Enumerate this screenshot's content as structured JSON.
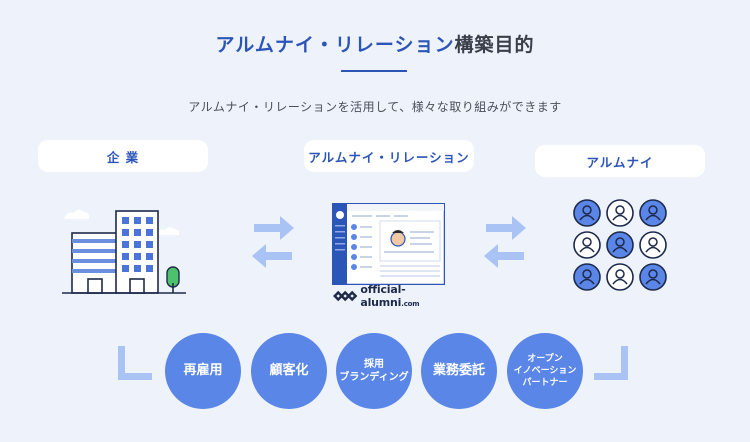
{
  "header": {
    "title_accent": "アルムナイ・リレーション",
    "title_rest": "構築目的",
    "subtitle": "アルムナイ・リレーションを活用して、様々な取り組みができます"
  },
  "columns": {
    "company": "企 業",
    "relation": "アルムナイ・リレーション",
    "alumni": "アルムナイ"
  },
  "brand": {
    "name": "official-alumni",
    "tld": ".com"
  },
  "purposes": [
    {
      "label": "再雇用"
    },
    {
      "label": "顧客化"
    },
    {
      "label": "採用\nブランディング"
    },
    {
      "label": "業務委託"
    },
    {
      "label": "オープン\nイノベーション\nパートナー"
    }
  ],
  "colors": {
    "accent": "#2c55b8",
    "circle": "#5a86e8",
    "light_blue": "#aac3f5",
    "background": "#eef3fb"
  }
}
